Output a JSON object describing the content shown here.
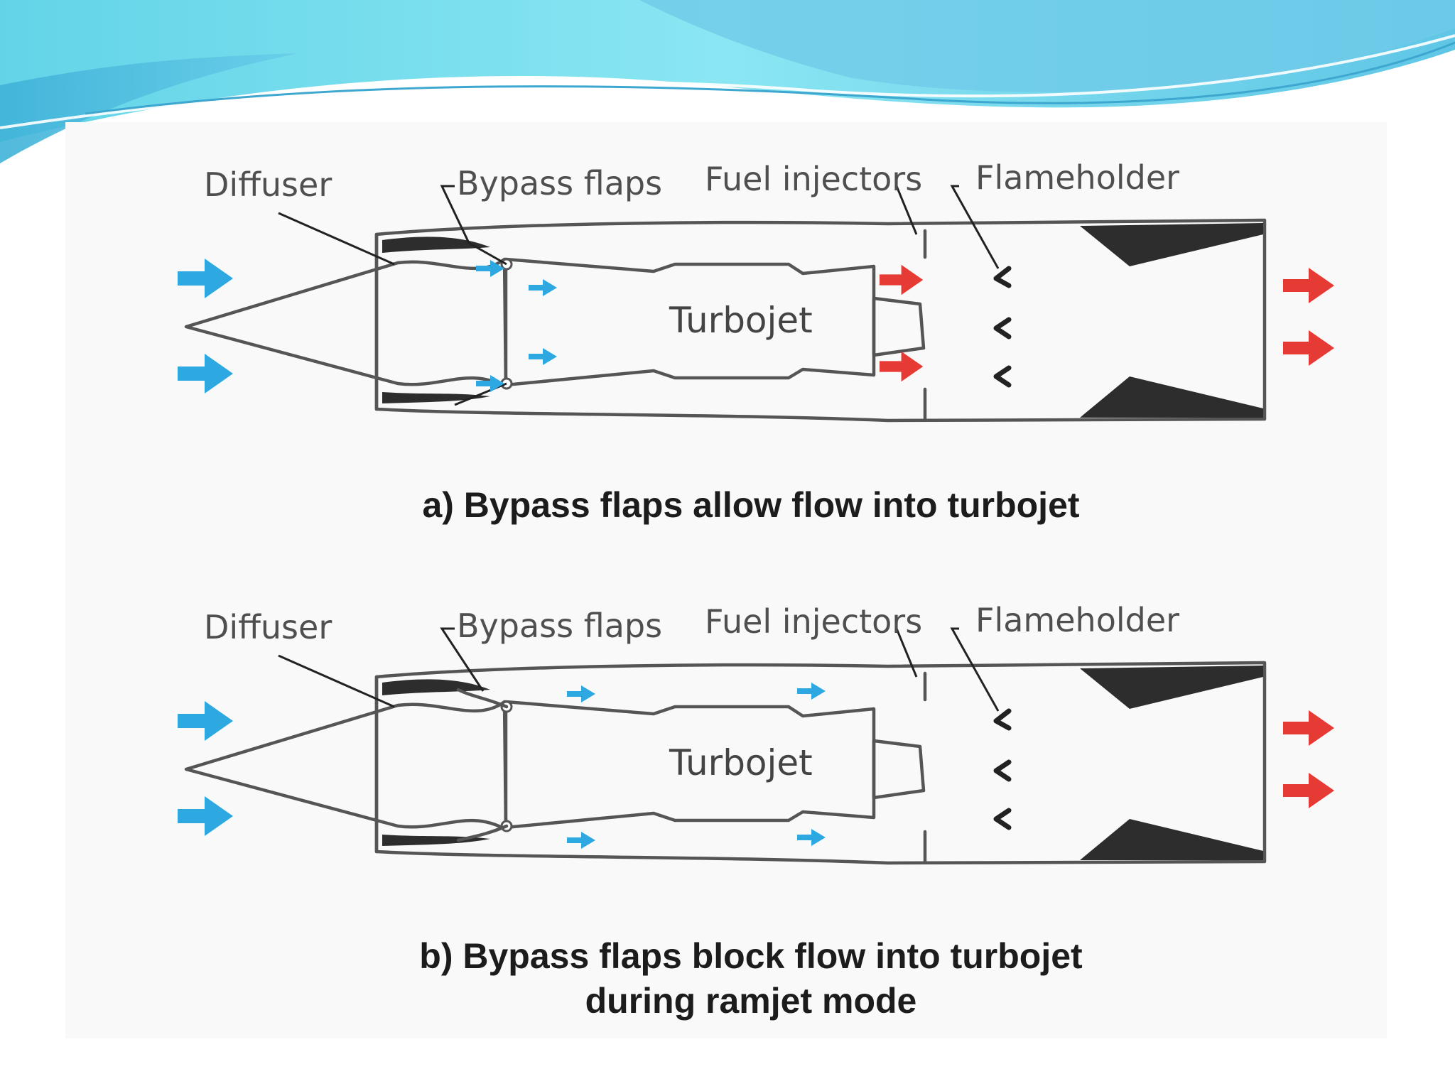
{
  "colors": {
    "banner_light": "#7fe3ef",
    "banner_mid": "#5cc9e2",
    "banner_dark": "#3aa6cf",
    "inflow_arrow": "#2ea8e0",
    "exhaust_arrow": "#e63a35"
  },
  "diagram_a": {
    "labels": {
      "diffuser": "Diffuser",
      "bypass_flaps": "Bypass flaps",
      "fuel_injectors": "Fuel injectors",
      "flameholder": "Flameholder",
      "turbojet": "Turbojet"
    },
    "caption": "a) Bypass flaps allow flow into turbojet"
  },
  "diagram_b": {
    "labels": {
      "diffuser": "Diffuser",
      "bypass_flaps": "Bypass flaps",
      "fuel_injectors": "Fuel injectors",
      "flameholder": "Flameholder",
      "turbojet": "Turbojet"
    },
    "caption_line1": "b) Bypass flaps block flow into turbojet",
    "caption_line2": "during ramjet mode"
  }
}
